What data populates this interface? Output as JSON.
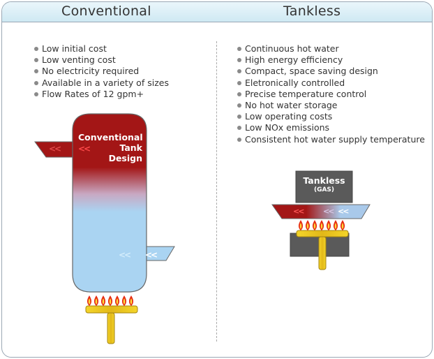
{
  "headers": {
    "left": "Conventional",
    "right": "Tankless"
  },
  "conventional": {
    "bullets": [
      "Low initial cost",
      "Low venting cost",
      "No electricity required",
      "Available in a variety of sizes",
      "Flow Rates of 12 gpm+"
    ],
    "tank_label": {
      "line1": "Conventional",
      "line2": "Tank",
      "line3": "Design"
    },
    "arrow_in": "<<",
    "arrow_out": "<<"
  },
  "tankless": {
    "bullets": [
      "Continuous hot water",
      "High energy efficiency",
      "Compact, space saving design",
      "Eletronically controlled",
      "Precise temperature control",
      "No hot water storage",
      "Low operating costs",
      "Low NOx emissions",
      "Consistent hot water supply temperature"
    ],
    "unit_label": "Tankless",
    "unit_sublabel": "(GAS)",
    "arrow_out": "<<",
    "arrow_in": "<<"
  },
  "colors": {
    "hot": "#a31616",
    "cold": "#aad4f2",
    "burner": "#e8c21a",
    "flame": "#e62a12",
    "unit_gray": "#555555"
  }
}
